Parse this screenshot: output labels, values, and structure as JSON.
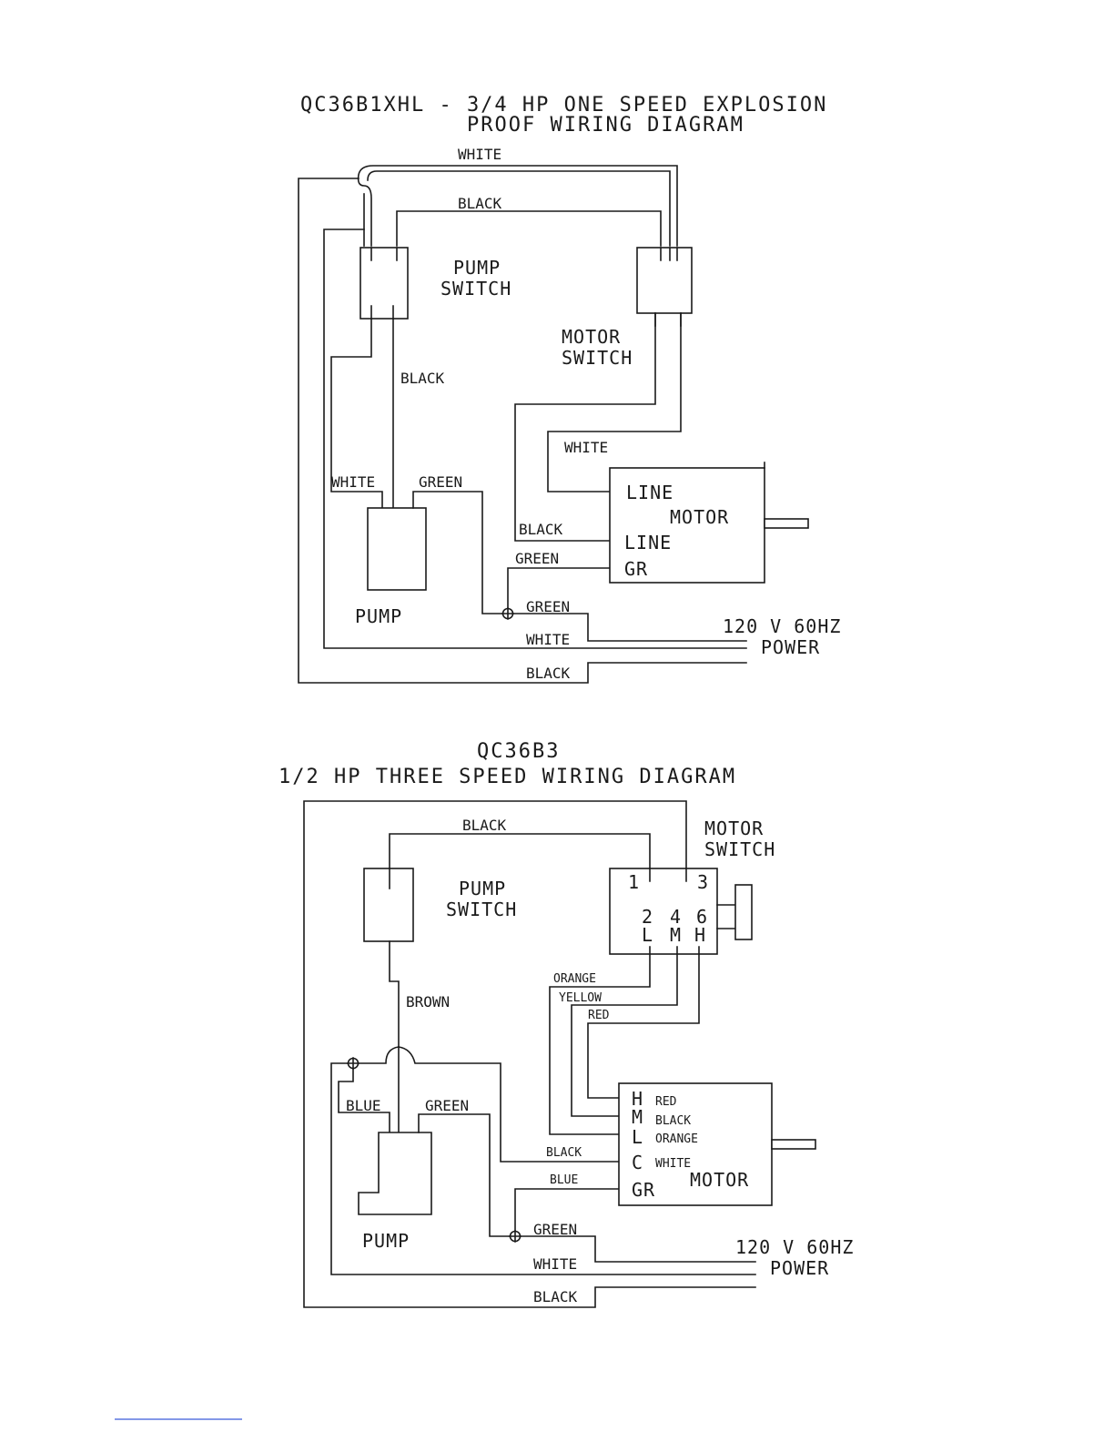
{
  "diagram1": {
    "title_line1": "QC36B1XHL - 3/4 HP ONE SPEED EXPLOSION",
    "title_line2": "PROOF WIRING DIAGRAM",
    "pump_switch": [
      "PUMP",
      "SWITCH"
    ],
    "motor_switch": [
      "MOTOR",
      "SWITCH"
    ],
    "pump": "PUMP",
    "motor": "MOTOR",
    "terminals": [
      "LINE",
      "LINE",
      "GR"
    ],
    "wires": {
      "white_top": "WHITE",
      "black_top": "BLACK",
      "black_pump": "BLACK",
      "white_motor": "WHITE",
      "white_pump": "WHITE",
      "green_pump": "GREEN",
      "black_motor": "BLACK",
      "green_motor": "GREEN",
      "green_power": "GREEN",
      "white_power": "WHITE",
      "black_power": "BLACK"
    },
    "power": [
      "120 V 60HZ",
      "POWER"
    ]
  },
  "diagram2": {
    "title_line1": "QC36B3",
    "title_line2": "1/2 HP THREE SPEED WIRING DIAGRAM",
    "pump_switch": [
      "PUMP",
      "SWITCH"
    ],
    "motor_switch": [
      "MOTOR",
      "SWITCH"
    ],
    "pump": "PUMP",
    "motor": "MOTOR",
    "switch_numbers": {
      "n1": "1",
      "n3": "3",
      "n2": "2",
      "n4": "4",
      "n6": "6"
    },
    "switch_letters": {
      "l": "L",
      "m": "M",
      "h": "H"
    },
    "terminals": [
      {
        "letter": "H",
        "color": "RED"
      },
      {
        "letter": "M",
        "color": "BLACK"
      },
      {
        "letter": "L",
        "color": "ORANGE"
      },
      {
        "letter": "C",
        "color": "WHITE"
      },
      {
        "letter": "GR",
        "color": ""
      }
    ],
    "wires": {
      "black_top": "BLACK",
      "brown": "BROWN",
      "orange": "ORANGE",
      "yellow": "YELLOW",
      "red": "RED",
      "blue_pump": "BLUE",
      "green_pump": "GREEN",
      "black_c": "BLACK",
      "blue_gr": "BLUE",
      "green_power": "GREEN",
      "white_power": "WHITE",
      "black_power": "BLACK"
    },
    "power": [
      "120 V 60HZ",
      "POWER"
    ]
  }
}
